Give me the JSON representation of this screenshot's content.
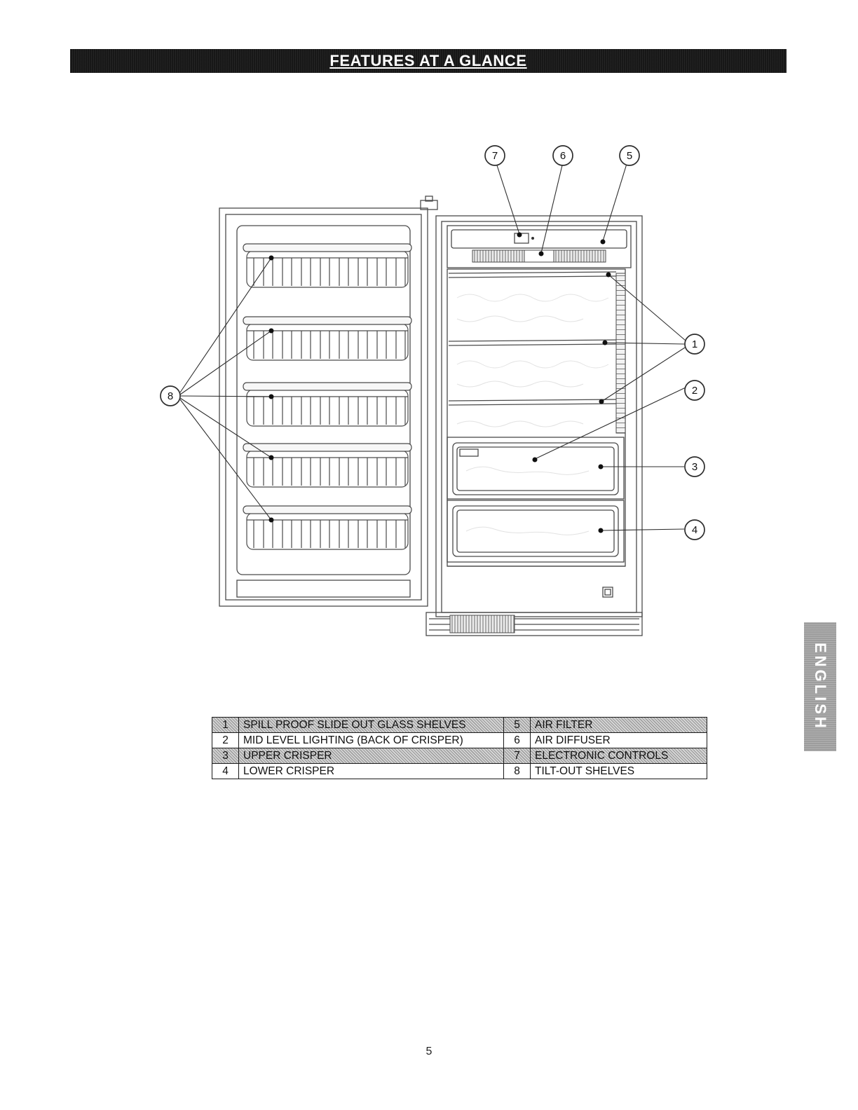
{
  "header": {
    "title": "FEATURES AT A GLANCE"
  },
  "sidebar": {
    "language_label": "ENGLISH"
  },
  "footer": {
    "page_number": "5"
  },
  "colors": {
    "header_bg": "#171717",
    "language_tab_bg": "#9d9d9d",
    "shaded_row": "#cccccc"
  },
  "callouts": {
    "c1": "1",
    "c2": "2",
    "c3": "3",
    "c4": "4",
    "c5": "5",
    "c6": "6",
    "c7": "7",
    "c8": "8"
  },
  "features_table": {
    "rows": [
      {
        "left_num": "1",
        "left_label": "SPILL PROOF SLIDE OUT GLASS SHELVES",
        "right_num": "5",
        "right_label": "AIR FILTER"
      },
      {
        "left_num": "2",
        "left_label": "MID LEVEL LIGHTING (BACK OF CRISPER)",
        "right_num": "6",
        "right_label": "AIR DIFFUSER"
      },
      {
        "left_num": "3",
        "left_label": "UPPER CRISPER",
        "right_num": "7",
        "right_label": "ELECTRONIC CONTROLS"
      },
      {
        "left_num": "4",
        "left_label": "LOWER CRISPER",
        "right_num": "8",
        "right_label": "TILT-OUT SHELVES"
      }
    ]
  }
}
